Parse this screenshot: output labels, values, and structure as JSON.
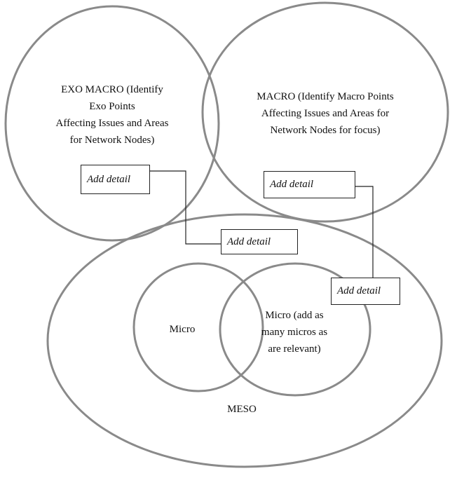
{
  "diagram": {
    "circles": {
      "exo_macro": {
        "lines": [
          "EXO MACRO (Identify",
          "Exo Points",
          "Affecting Issues and Areas",
          "for Network Nodes)"
        ]
      },
      "macro": {
        "lines": [
          "MACRO (Identify Macro Points",
          "Affecting Issues and Areas for",
          "Network Nodes for focus)"
        ]
      },
      "meso": {
        "label": "MESO"
      },
      "micro_1": {
        "label": "Micro"
      },
      "micro_2": {
        "lines": [
          "Micro (add as",
          "many micros as",
          "are relevant)"
        ]
      }
    },
    "detail_boxes": [
      {
        "text": "Add detail"
      },
      {
        "text": "Add detail"
      },
      {
        "text": "Add detail"
      },
      {
        "text": "Add detail"
      }
    ]
  }
}
